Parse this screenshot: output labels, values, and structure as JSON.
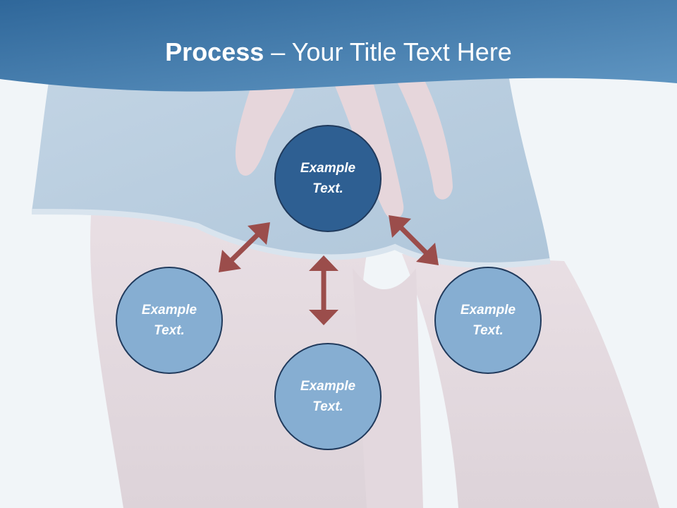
{
  "title": {
    "bold": "Process",
    "rest": " – Your Title Text Here"
  },
  "nodes": {
    "center": "Example Text.",
    "left": "Example Text.",
    "bottom": "Example Text.",
    "right": "Example Text."
  },
  "colors": {
    "header": "#3e78a8",
    "circle_dark": "#2e5f92",
    "circle_light": "#86aed2",
    "arrow": "#9b4d4b"
  }
}
